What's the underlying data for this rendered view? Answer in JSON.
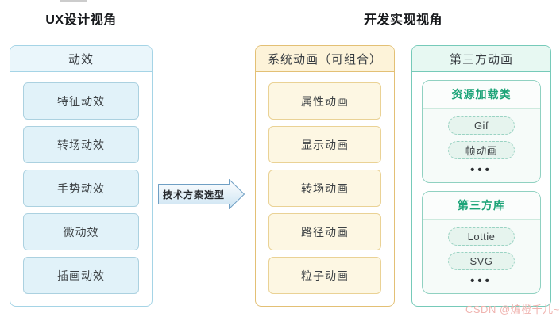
{
  "titles": {
    "left": "UX设计视角",
    "right": "开发实现视角"
  },
  "left_panel": {
    "header": "动效",
    "items": [
      "特征动效",
      "转场动效",
      "手势动效",
      "微动效",
      "插画动效"
    ]
  },
  "arrow": {
    "label": "技术方案选型"
  },
  "middle_panel": {
    "header": "系统动画（可组合）",
    "items": [
      "属性动画",
      "显示动画",
      "转场动画",
      "路径动画",
      "粒子动画"
    ]
  },
  "right_panel": {
    "header": "第三方动画",
    "groups": [
      {
        "title": "资源加载类",
        "items": [
          "Gif",
          "帧动画"
        ],
        "more": "•••"
      },
      {
        "title": "第三方库",
        "items": [
          "Lottie",
          "SVG"
        ],
        "more": "•••"
      }
    ]
  },
  "watermark": "CSDN @煸橙千儿~",
  "colors": {
    "ux_accent": "#a5d4e6",
    "ux_header_bg": "#eaf6fb",
    "ux_item_fill": "#e1f2f9",
    "system_accent": "#e3c075",
    "system_header_bg": "#fdf3d9",
    "system_item_fill": "#fdf7e3",
    "third_party_accent": "#76cab9",
    "third_party_header_bg": "#e7f8f2",
    "pill_fill": "#e6f4ee",
    "group_title_text": "#1ba377",
    "arrow_border": "#6f9fc4",
    "arrow_fill_bottom": "#cbe3f2",
    "title_text": "#17191c",
    "watermark_text": "#f0b4b0"
  }
}
